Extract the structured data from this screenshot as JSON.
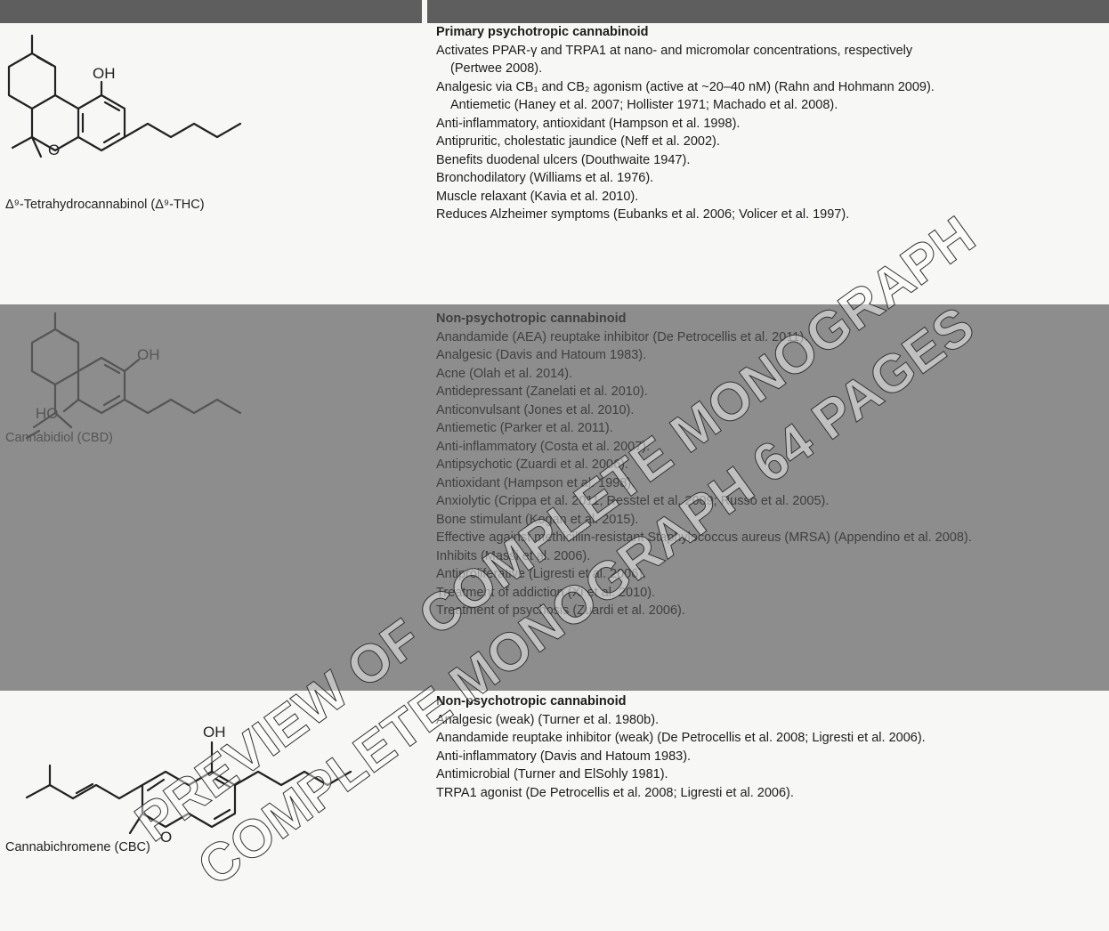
{
  "rows": [
    {
      "structure_label": "Δ⁹-Tetrahydrocannabinol (Δ⁹-THC)",
      "structure_atoms": [
        "OH",
        "O"
      ],
      "category": "Primary psychotropic cannabinoid",
      "items": [
        "Activates PPAR-γ and TRPA1 at nano- and micromolar concentrations, respectively",
        "(Pertwee 2008).",
        "Analgesic via CB₁ and CB₂ agonism (active at ~20–40 nM) (Rahn and Hohmann 2009).",
        "Antiemetic (Haney et al. 2007; Hollister 1971; Machado et al. 2008).",
        "Anti-inflammatory, antioxidant (Hampson et al. 1998).",
        "Antipruritic, cholestatic jaundice (Neff et al. 2002).",
        "Benefits duodenal ulcers (Douthwaite 1947).",
        "Bronchodilatory (Williams et al. 1976).",
        "Muscle relaxant (Kavia et al. 2010).",
        "Reduces Alzheimer symptoms (Eubanks et al. 2006; Volicer et al. 1997)."
      ]
    },
    {
      "structure_label": "Cannabidiol (CBD)",
      "structure_atoms": [
        "OH",
        "HO"
      ],
      "category": "Non-psychotropic cannabinoid",
      "items": [
        "Anandamide (AEA) reuptake inhibitor (De Petrocellis et al. 2011).",
        "Analgesic (Davis and Hatoum 1983).",
        "Acne (Olah et al. 2014).",
        "Antidepressant (Zanelati et al. 2010).",
        "Anticonvulsant (Jones et al. 2010).",
        "Antiemetic (Parker et al. 2011).",
        "Anti-inflammatory (Costa et al. 2007).",
        "Antipsychotic (Zuardi et al. 2006).",
        "Antioxidant (Hampson et al. 1998).",
        "Anxiolytic (Crippa et al. 2011; Resstel et al. 2009; Russo et al. 2005).",
        "Bone stimulant (Kogan et al. 2015).",
        "Effective against methicillin-resistant Staphylococcus aureus (MRSA) (Appendino et al. 2008).",
        "Inhibits (Massi et al. 2006).",
        "Antiproliferative (Ligresti et al. 2006).",
        "Treatment of addiction (Xi et al. 2010).",
        "Treatment of psychosis (Zuardi et al. 2006)."
      ]
    },
    {
      "structure_label": "Cannabichromene (CBC)",
      "structure_atoms": [
        "OH",
        "O"
      ],
      "category": "Non-psychotropic cannabinoid",
      "items": [
        "Analgesic (weak) (Turner et al. 1980b).",
        "Anandamide reuptake inhibitor (weak) (De Petrocellis et al. 2008; Ligresti et al. 2006).",
        "Anti-inflammatory (Davis and Hatoum 1983).",
        "Antimicrobial (Turner and ElSohly 1981).",
        "TRPA1 agonist (De Petrocellis et al. 2008; Ligresti et al. 2006)."
      ]
    }
  ],
  "watermark": {
    "line1": "PREVIEW OF COMPLETE MONOGRAPH",
    "line2": "COMPLETE MONOGRAPH 64 PAGES"
  }
}
